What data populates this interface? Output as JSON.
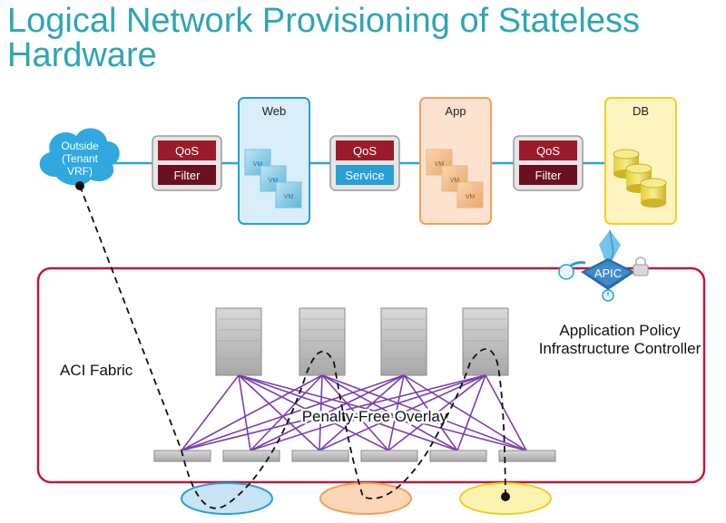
{
  "title": {
    "line1": "Logical Network Provisioning of Stateless",
    "line2": "Hardware"
  },
  "outside": {
    "line1": "Outside",
    "line2": "(Tenant",
    "line3": "VRF)"
  },
  "policies": [
    {
      "top": "QoS",
      "bottom": "Filter"
    },
    {
      "top": "QoS",
      "bottom": "Service"
    },
    {
      "top": "QoS",
      "bottom": "Filter"
    }
  ],
  "tiers": {
    "web": {
      "label": "Web",
      "color": "#2a9fd6"
    },
    "app": {
      "label": "App",
      "color": "#f2a05c"
    },
    "db": {
      "label": "DB",
      "color": "#f0d020"
    }
  },
  "vm_label": "VM",
  "apic": {
    "badge": "APIC",
    "line1": "Application Policy",
    "line2": "Infrastructure Controller"
  },
  "fabric": {
    "label": "ACI Fabric",
    "overlay": "Penalty-Free Overlay",
    "border_color": "#c0183c"
  },
  "colors": {
    "policy_red": "#9a1c2c",
    "policy_dark": "#6a1020",
    "service_blue": "#2a9fd6",
    "mesh_purple": "#7b3fb0",
    "bubble_blue": "#c8e4f6",
    "bubble_orange": "#fbd7b8",
    "bubble_yellow": "#fbf3b0"
  }
}
